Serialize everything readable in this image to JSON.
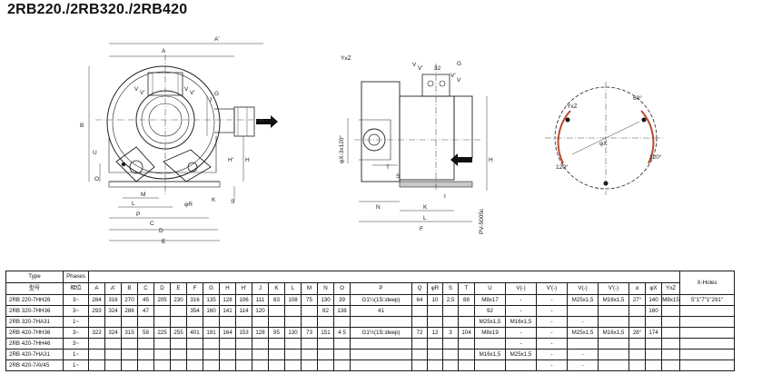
{
  "title": "2RB220./2RB320./2RB420",
  "drawing": {
    "front_view": {
      "dims": [
        "A'",
        "A",
        "B",
        "G",
        "J",
        "H'",
        "H",
        "K",
        "U",
        "O",
        "V",
        "V'",
        "V",
        "V'",
        "M",
        "L",
        "P",
        "C",
        "D",
        "E",
        "φR",
        "S"
      ]
    },
    "side_view": {
      "dims": [
        "YxZ",
        "V",
        "V'",
        "32",
        "G",
        "V'",
        "V",
        "φX-3x120°",
        "T",
        "S",
        "I",
        "N",
        "K",
        "L",
        "F",
        "H",
        "PV-5005c"
      ]
    },
    "flange_view": {
      "dims": [
        "YxZ",
        "60°",
        "φX",
        "120°",
        "120°"
      ]
    }
  },
  "table": {
    "header": {
      "type_en": "Type",
      "phases_en": "Phases",
      "xholes": "X-Holes",
      "type_cn": "型号",
      "phases_cn": "相位",
      "cols": [
        "A",
        "A'",
        "B",
        "C",
        "D",
        "E",
        "F",
        "G",
        "H",
        "H'",
        "J",
        "K",
        "L",
        "M",
        "N",
        "O",
        "P",
        "Q",
        "φR",
        "S",
        "T",
        "U",
        "V(-)",
        "V'(-)",
        "V(-)",
        "V'(-)",
        "α",
        "φX",
        "YxZ"
      ]
    },
    "rows": [
      {
        "type": "2RB 220-7HH26",
        "phase": "3~",
        "cells": [
          "284",
          "316",
          "270",
          "45",
          "205",
          "230",
          "316",
          "135",
          "128",
          "106",
          "111",
          "83",
          "108",
          "75",
          "130",
          "39",
          "G1¼(15□deep)",
          "64",
          "10",
          "2,5",
          "88",
          "M8x17",
          "-",
          "-",
          "M25x1,5",
          "M16x1,5",
          "27°",
          "140",
          "M8x15"
        ],
        "xholes": "5\"1\"7\"1\"291\""
      },
      {
        "type": "2RB 320-7HH36",
        "phase": "3~",
        "cells": [
          "293",
          "324",
          "286",
          "47",
          "",
          "",
          "354",
          "160",
          "141",
          "114",
          "120",
          "",
          "",
          "",
          "82",
          "138",
          "41",
          "",
          "",
          "",
          "",
          "92",
          "-",
          "-",
          "",
          "",
          "",
          "160",
          ""
        ],
        "xholes": ""
      },
      {
        "type": "2RB 320-7HA31",
        "phase": "1~",
        "cells": [
          "",
          "",
          "",
          "",
          "",
          "",
          "",
          "",
          "",
          "",
          "",
          "",
          "",
          "",
          "",
          "",
          "",
          "",
          "",
          "",
          "",
          "M25x1,5",
          "M16x1,5",
          "-",
          "-",
          "",
          "",
          "",
          ""
        ],
        "xholes": ""
      },
      {
        "type": "2RB 420-7HH36",
        "phase": "3~",
        "cells": [
          "322",
          "324",
          "315",
          "58",
          "225",
          "255",
          "401",
          "191",
          "164",
          "153",
          "128",
          "95",
          "130",
          "73",
          "151",
          "4 5",
          "G1½(15□deep)",
          "72",
          "12",
          "3",
          "104",
          "M8x19",
          "-",
          "-",
          "M25x1,5",
          "M16x1,5",
          "28°",
          "174",
          ""
        ],
        "xholes": ""
      },
      {
        "type": "2RB 420-7HH46",
        "phase": "3~",
        "cells": [
          "",
          "",
          "",
          "",
          "",
          "",
          "",
          "",
          "",
          "",
          "",
          "",
          "",
          "",
          "",
          "",
          "",
          "",
          "",
          "",
          "",
          "",
          "-",
          "-",
          "",
          "",
          "",
          "",
          ""
        ],
        "xholes": ""
      },
      {
        "type": "2RB 420-7HA31",
        "phase": "1~",
        "cells": [
          "",
          "",
          "",
          "",
          "",
          "",
          "",
          "",
          "",
          "",
          "",
          "",
          "",
          "",
          "",
          "",
          "",
          "",
          "",
          "",
          "",
          "M16x1,5",
          "M25x1,5",
          "-",
          "-",
          "",
          "",
          "",
          ""
        ],
        "xholes": ""
      },
      {
        "type": "2RB 420-7AV45",
        "phase": "1~",
        "cells": [
          "",
          "",
          "",
          "",
          "",
          "",
          "",
          "",
          "",
          "",
          "",
          "",
          "",
          "",
          "",
          "",
          "",
          "",
          "",
          "",
          "",
          "",
          "",
          "-",
          "-",
          "",
          "",
          "",
          ""
        ],
        "xholes": ""
      }
    ]
  }
}
